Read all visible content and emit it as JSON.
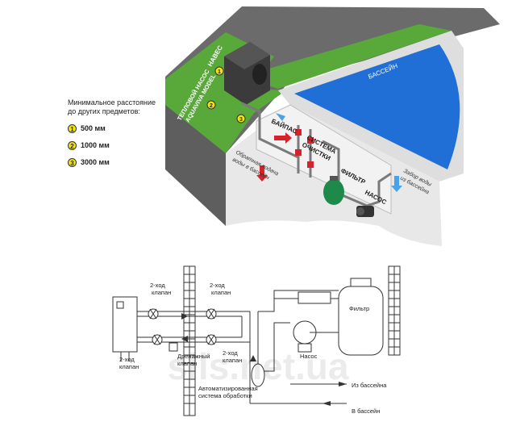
{
  "legend": {
    "title": "Минимальное расстояние\nдо других предметов:",
    "items": [
      {
        "badge": "1",
        "text": "500 мм"
      },
      {
        "badge": "2",
        "text": "1000 мм"
      },
      {
        "badge": "3",
        "text": "3000 мм"
      }
    ]
  },
  "top_diagram": {
    "labels": {
      "canopy": "НАВЕС",
      "heat_pump_1": "ТЕПЛОВОЙ НАСОС",
      "heat_pump_2": "AQUAVIVA MODEL",
      "pool": "БАССЕЙН",
      "bypass": "БАЙПАС",
      "cleaning_1": "СИСТЕМА",
      "cleaning_2": "ОЧИСТКИ",
      "filter": "ФИЛЬТР",
      "pump": "НАСОС",
      "return_1": "Обратная подача",
      "return_2": "воды в бассейн",
      "intake_1": "Забор воды",
      "intake_2": "из бассейна"
    },
    "badges": [
      "1",
      "2",
      "3"
    ],
    "colors": {
      "pool": "#1f6fd6",
      "grass": "#58a83a",
      "wall": "#606060",
      "valve": "#d6222a",
      "filter": "#1e8a4a"
    }
  },
  "bottom_diagram": {
    "labels": {
      "valve_tl_1": "2-ход",
      "valve_tl_2": "клапан",
      "valve_tr_1": "2-ход",
      "valve_tr_2": "клапан",
      "valve_bl_1": "2-ход",
      "valve_bl_2": "клапан",
      "drain_1": "Дренажный",
      "drain_2": "клапан",
      "valve_br_1": "2-ход",
      "valve_br_2": "клапан",
      "filter": "Фильтр",
      "pump": "Насос",
      "auto_1": "Автоматизированная",
      "auto_2": "система обработки",
      "from_pool": "Из бассейна",
      "to_pool": "В бассейн"
    }
  },
  "watermark": "slls.net.ua"
}
